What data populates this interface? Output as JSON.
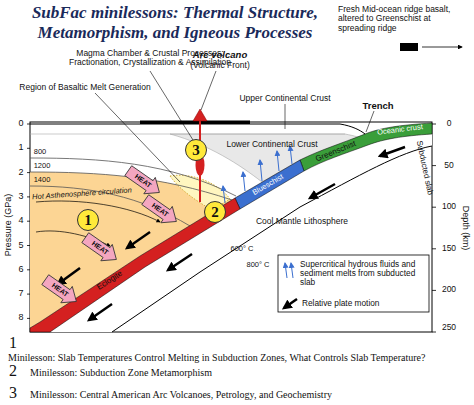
{
  "diagram": {
    "title": "SubFac minilessons: Thermal Structure, Metamorphism, and Igneous Processes",
    "nodes": [
      {
        "text": [
          "1"
        ]
      },
      {
        "text": [
          "2"
        ]
      },
      {
        "text": [
          "3"
        ]
      }
    ],
    "labels": [
      "Magma Chamber & Crustal Processes: Fractionation, Crystallization & Assimilation",
      "Arc volcano",
      "(Volcanic Front)",
      "Fresh Mid-ocean ridge basalt, altered to Greenschist at spreading ridge",
      "Region of Basaltic Melt Generation",
      "Upper Continental Crust",
      "Trench",
      "Lower Continental Crust",
      "Oceanic crust",
      "Greenschist",
      "Blueschist",
      "Eclogite",
      "Hot Asthenosphere circulation",
      "HEAT",
      "HEAT",
      "HEAT",
      "HEAT",
      "800",
      "1200",
      "1400",
      "600° C",
      "800° C",
      "Cool Mantle Lithosphere",
      "Subducted slab",
      "Pressure (GPa)",
      "0",
      "1",
      "2",
      "3",
      "4",
      "5",
      "6",
      "7",
      "8",
      "Depth (km)",
      "0",
      "50",
      "100",
      "150",
      "200",
      "250",
      "1",
      "Minilesson: Slab Temperatures Control Melting in Subduction Zones, What Controls Slab Temperature?",
      "2",
      "Minilesson: Subduction Zone Metamorphism",
      "3",
      "Minilesson: Central American Arc Volcanoes, Petrology, and Geochemistry"
    ],
    "legend": [
      {
        "text": "Supercritical hydrous fluids and sediment melts from subducted slab"
      },
      {
        "text": "Relative plate motion"
      }
    ]
  }
}
